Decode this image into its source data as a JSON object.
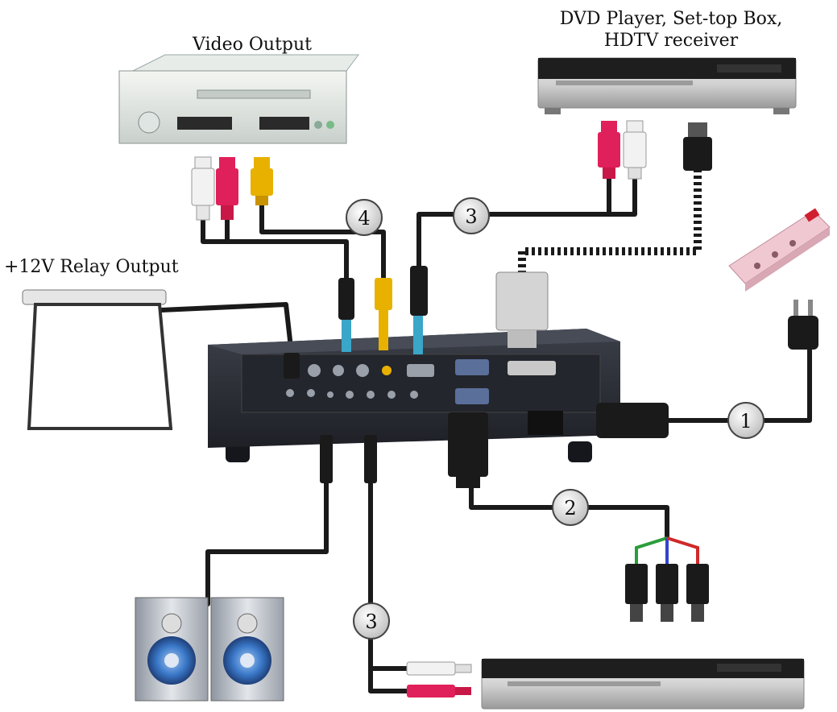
{
  "labels": {
    "video_output": "Video Output",
    "dvd_line1": "DVD Player, Set-top Box,",
    "dvd_line2": "HDTV receiver",
    "relay_output": "+12V Relay Output"
  },
  "callouts": [
    {
      "id": "power-cable",
      "number": "1"
    },
    {
      "id": "vga-to-component-cable",
      "number": "2"
    },
    {
      "id": "audio-cable-top",
      "number": "3"
    },
    {
      "id": "audio-cable-bottom",
      "number": "3"
    },
    {
      "id": "composite-video-cable",
      "number": "4"
    }
  ],
  "colors": {
    "cable": "#1a1a1a",
    "rca_red": "#e0205a",
    "rca_white": "#f2f2f2",
    "rca_yellow": "#e8b100",
    "component_green": "#2a9d3a",
    "component_blue": "#3344cc",
    "component_red": "#d02828",
    "projector_body": "#2b2e36",
    "speaker_cone": "#3a78c8",
    "power_strip": "#f0c8d2",
    "power_switch": "#d02030"
  }
}
